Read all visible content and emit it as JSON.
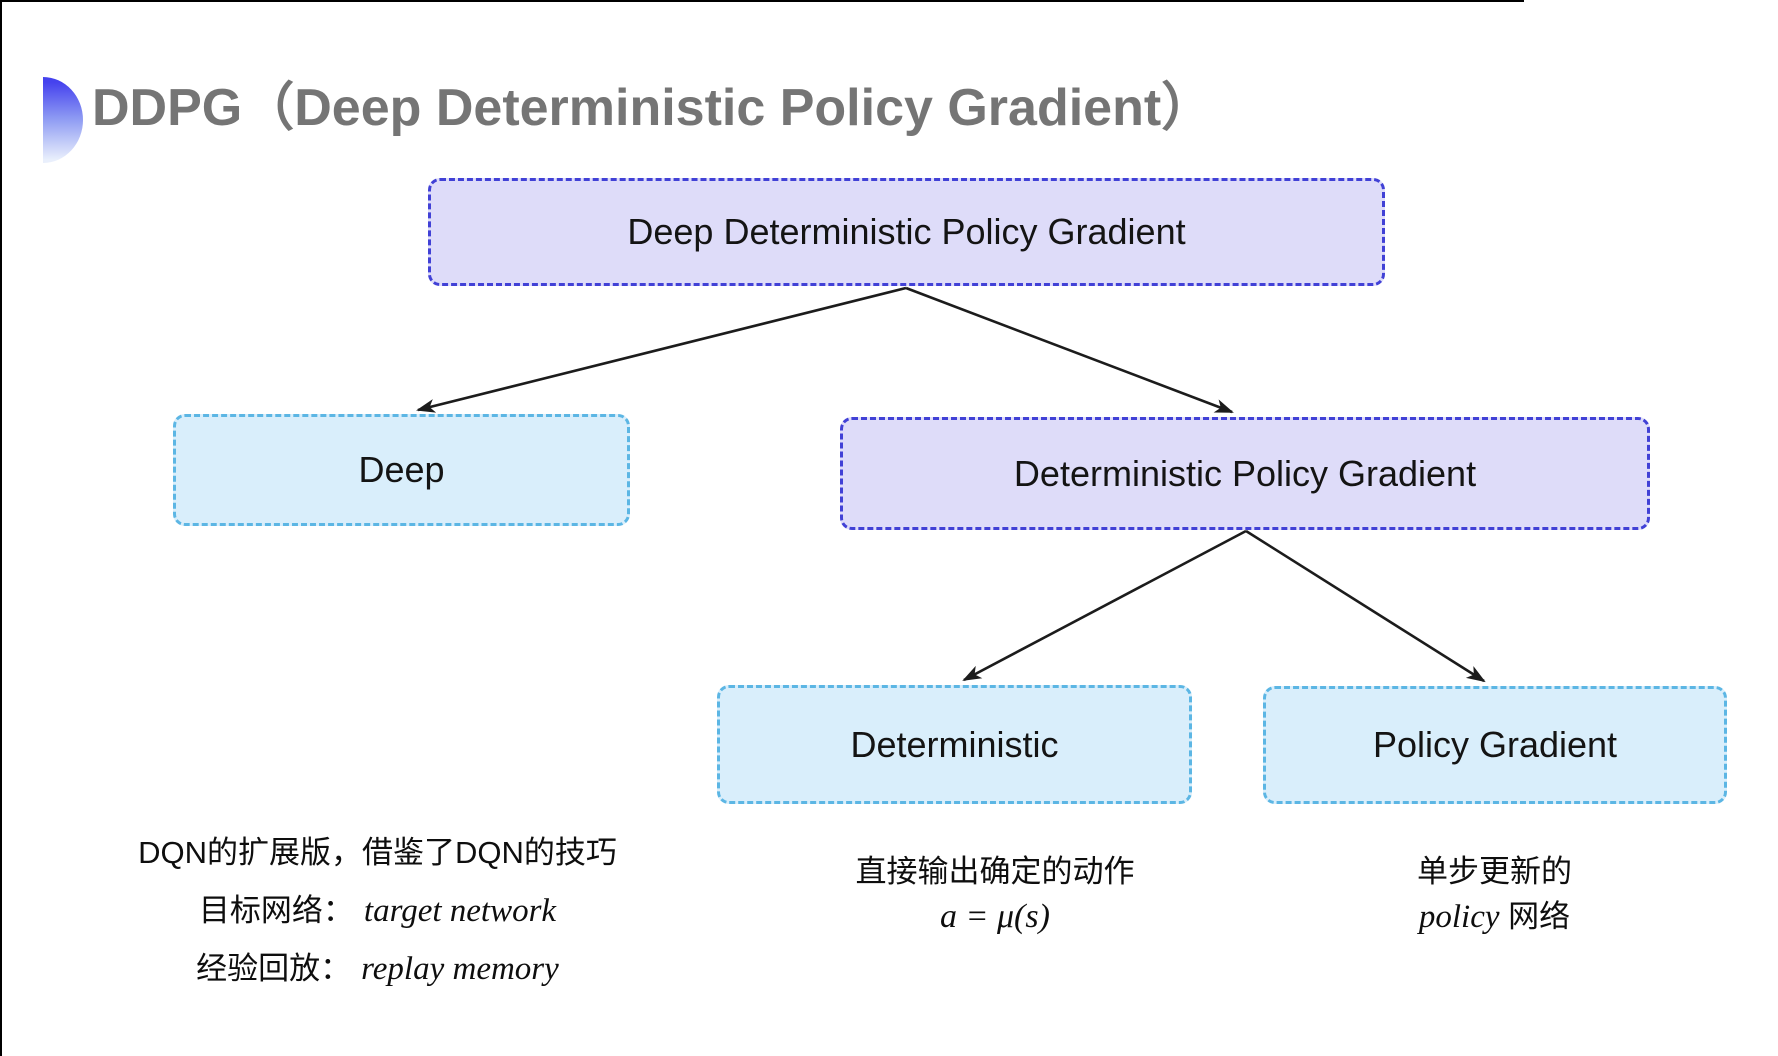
{
  "css_vars": {
    "--title-color": "#757575",
    "--text-color": "#0e0e0e",
    "--purple-fill": "#dedcf9",
    "--purple-border": "#4141d6",
    "--cyan-fill": "#d9eefb",
    "--cyan-border": "#5cb6e4",
    "--arrow-color": "#1c1c1c",
    "--bullet-top": "#4542ee",
    "--bullet-bottom": "#e9effc"
  },
  "header": {
    "title": "DDPG（Deep Deterministic Policy Gradient）"
  },
  "diagram": {
    "root": {
      "label": "Deep Deterministic Policy Gradient",
      "variant": "purple"
    },
    "deep": {
      "label": "Deep",
      "variant": "cyan"
    },
    "dpg": {
      "label": "Deterministic Policy Gradient",
      "variant": "purple"
    },
    "deterministic": {
      "label": "Deterministic",
      "variant": "cyan"
    },
    "policy_gradient": {
      "label": "Policy Gradient",
      "variant": "cyan"
    },
    "edges": [
      {
        "from": "root",
        "to": "deep"
      },
      {
        "from": "root",
        "to": "dpg"
      },
      {
        "from": "dpg",
        "to": "deterministic"
      },
      {
        "from": "dpg",
        "to": "policy_gradient"
      }
    ]
  },
  "annotations": {
    "left": {
      "line1": "DQN的扩展版，借鉴了DQN的技巧",
      "line2_label": "目标网络：",
      "line2_term": "target network",
      "line3_label": "经验回放：",
      "line3_term": "replay memory"
    },
    "middle": {
      "line1": "直接输出确定的动作",
      "formula": "a = μ(s)"
    },
    "right": {
      "line1": "单步更新的",
      "line2_term": "policy",
      "line2_label": " 网络"
    }
  }
}
